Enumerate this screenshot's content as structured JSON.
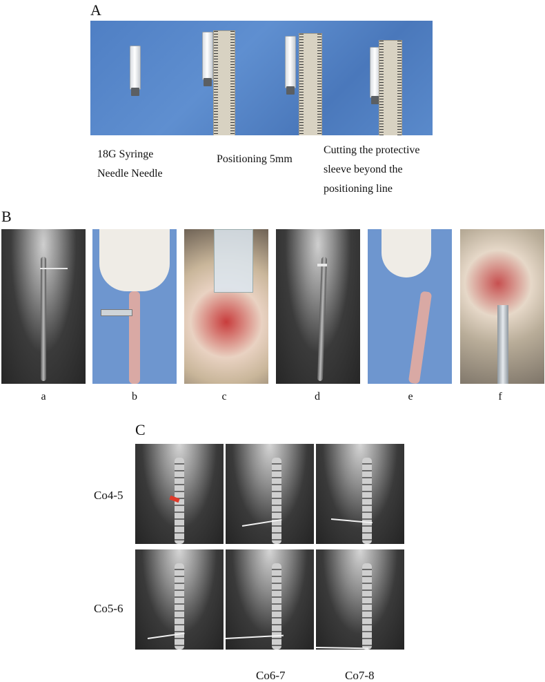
{
  "panel_a": {
    "label": "A",
    "captions": [
      [
        "18G Syringe",
        "Needle Needle"
      ],
      [
        "Positioning 5mm"
      ],
      [
        "Cutting the protective",
        "sleeve beyond the",
        "positioning line"
      ]
    ]
  },
  "panel_b": {
    "label": "B",
    "sublabels": [
      "a",
      "b",
      "c",
      "d",
      "e",
      "f"
    ]
  },
  "panel_c": {
    "label": "C",
    "row_labels": [
      "Co4-5",
      "Co5-6"
    ],
    "bottom_labels": [
      "Co6-7",
      "Co7-8"
    ]
  },
  "colors": {
    "drape_blue": "#5a8acb",
    "arrow_red": "#e03a2a"
  }
}
